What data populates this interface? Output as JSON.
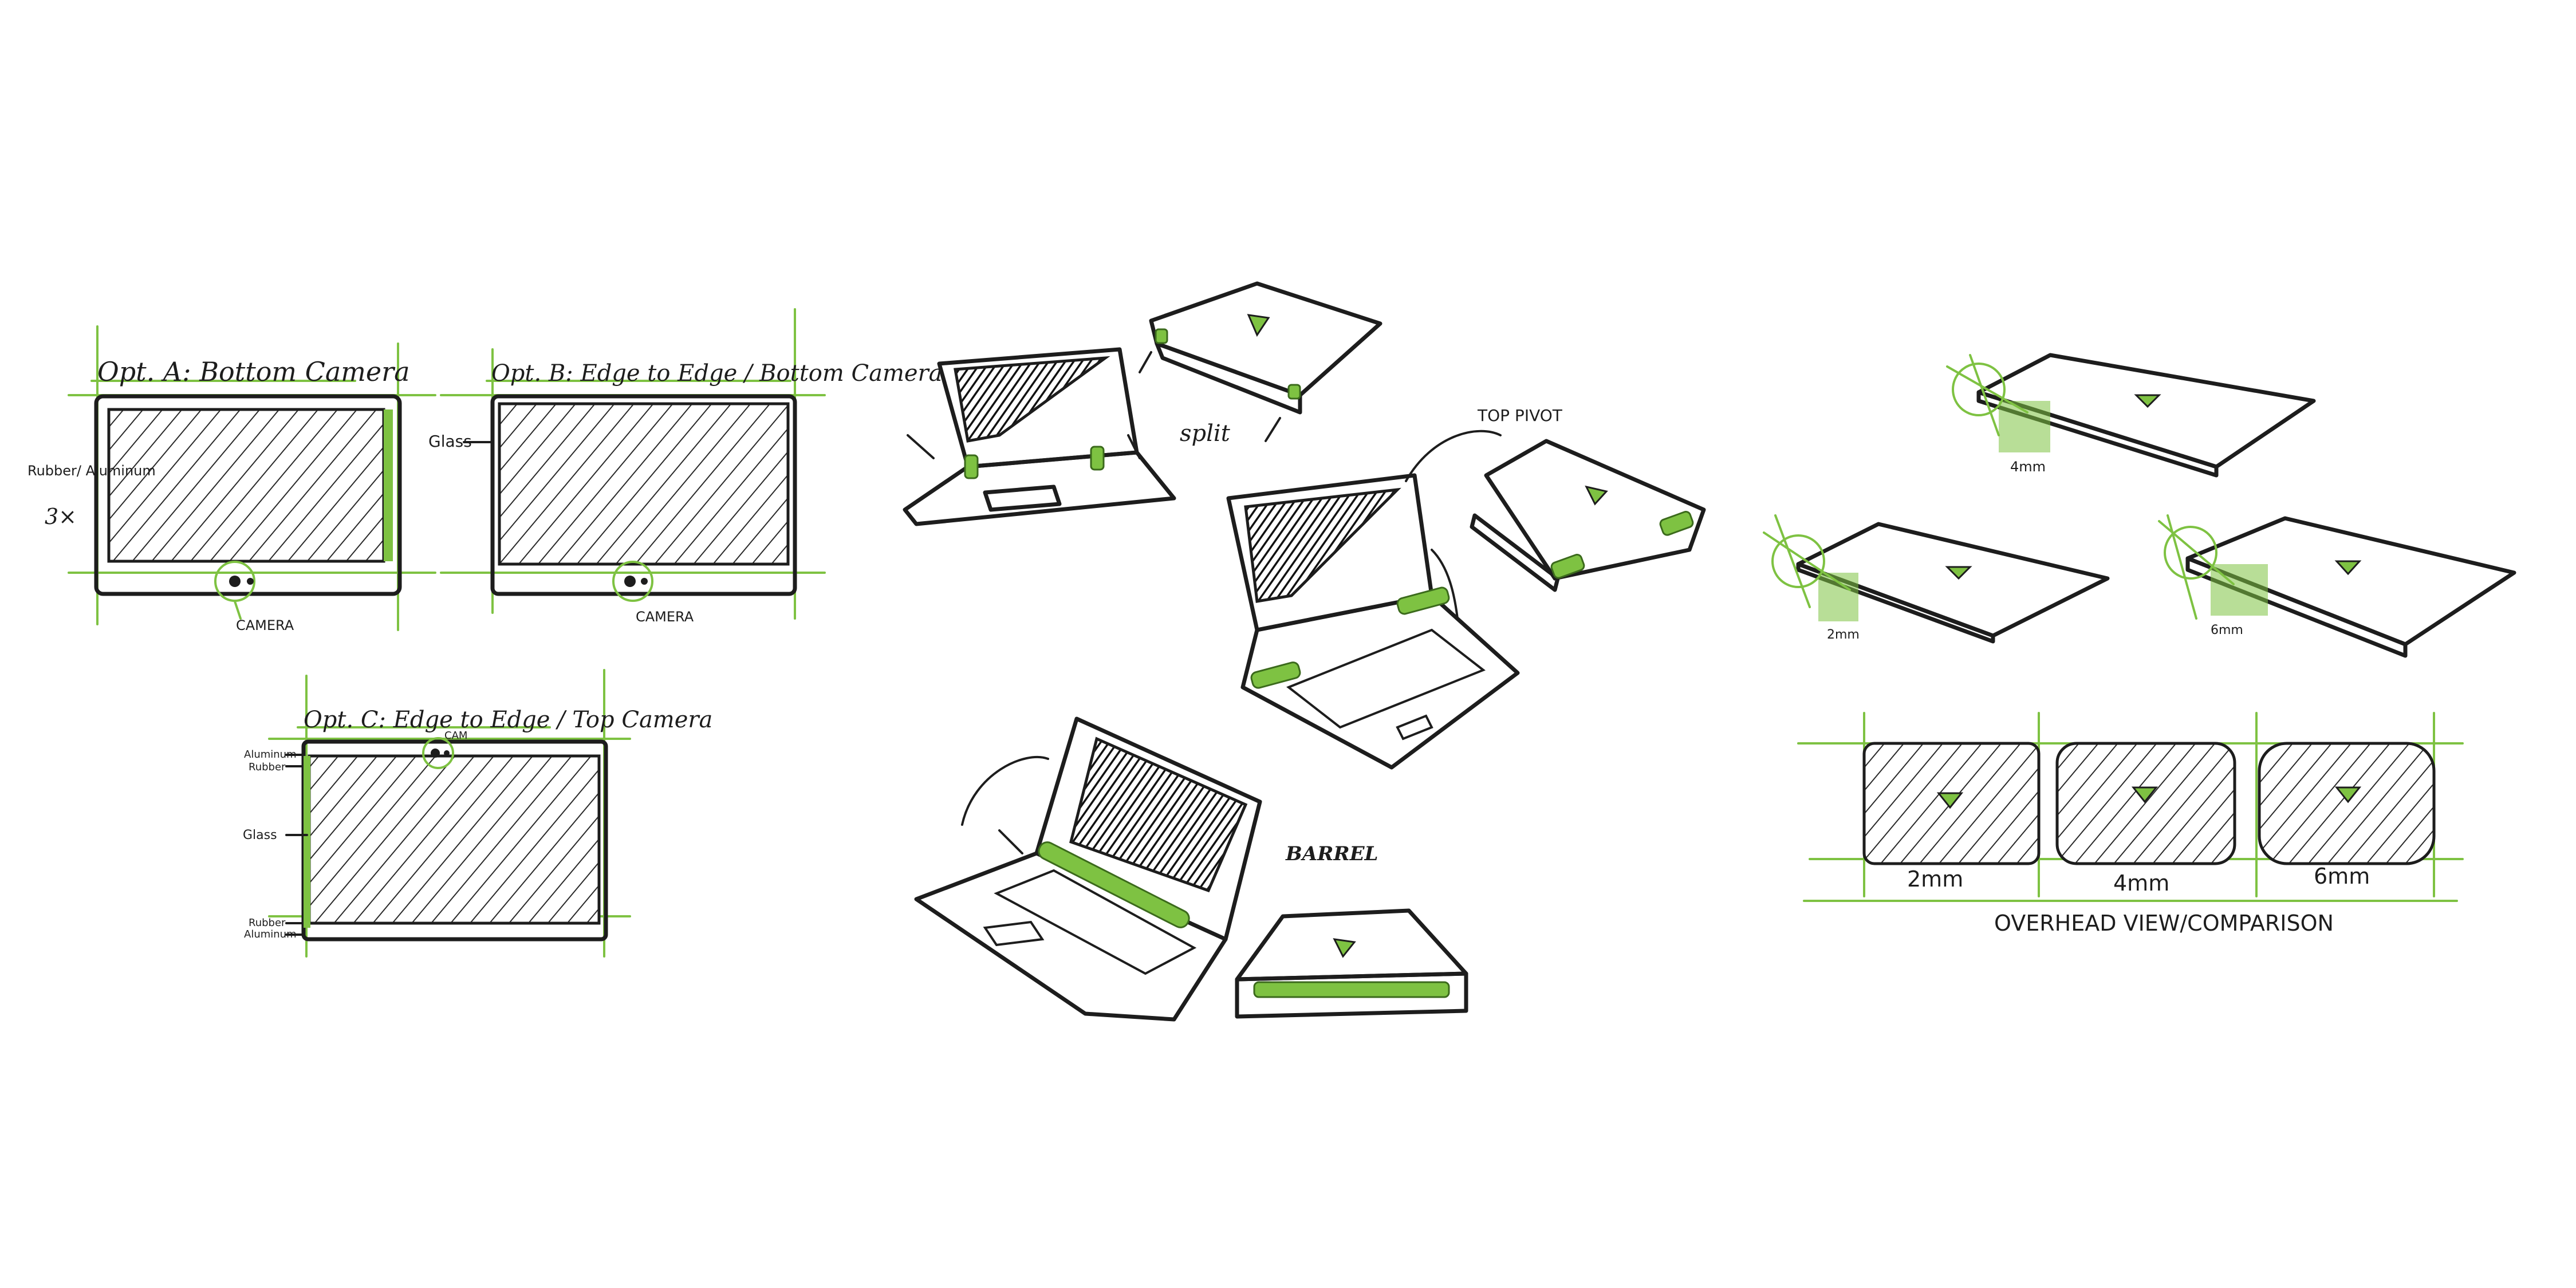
{
  "colors": {
    "accent": "#7ec242",
    "ink": "#1d1d1d",
    "paper": "#ffffff"
  },
  "bezel": {
    "optA": {
      "title": "Opt. A: Bottom Camera",
      "side_label": "Rubber/ Aluminum",
      "dimension": "3×",
      "camera_label": "CAMERA"
    },
    "optB": {
      "title": "Opt. B: Edge to Edge / Bottom Camera",
      "glass_label": "Glass",
      "camera_label": "CAMERA"
    },
    "optC": {
      "title": "Opt. C: Edge to Edge / Top Camera",
      "cam_label": "CAM",
      "aluminum_top": "Aluminum",
      "rubber_top": "Rubber",
      "glass_label": "Glass",
      "rubber_bottom": "Rubber",
      "aluminum_bottom": "Aluminum"
    }
  },
  "hinge": {
    "split_label": "split",
    "top_pivot_label": "TOP PIVOT",
    "barrel_label": "BARREL"
  },
  "thickness": {
    "labels": [
      "4mm",
      "2mm",
      "6mm"
    ],
    "overhead": [
      "2mm",
      "4mm",
      "6mm"
    ],
    "caption": "OVERHEAD VIEW/COMPARISON"
  }
}
